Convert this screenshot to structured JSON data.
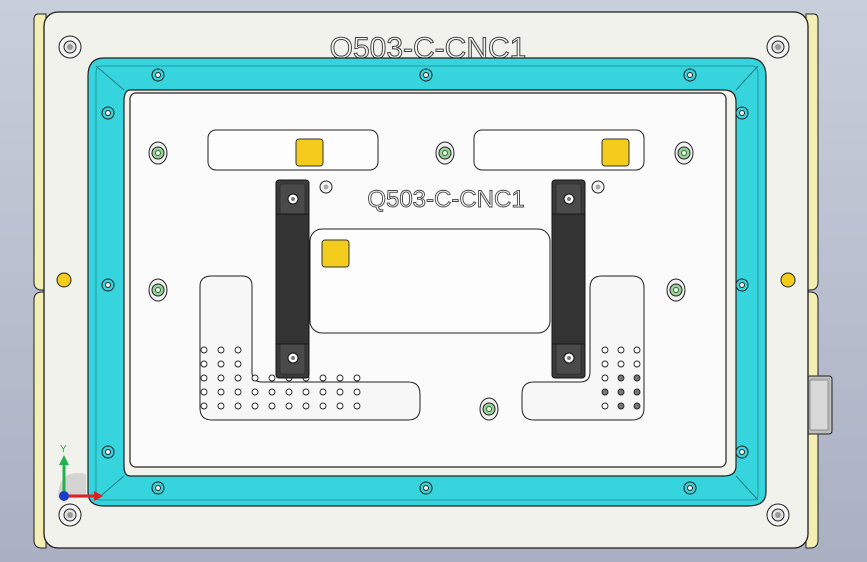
{
  "model": {
    "top_label": "Q503-C-CNC1",
    "plate_label": "Q503-C-CNC1"
  },
  "triad": {
    "y_label": "Y"
  },
  "colors": {
    "background_top": "#c9cedb",
    "background_bottom": "#a9b0c2",
    "base_plate": "#f2f2ec",
    "side_tab": "#f3efb4",
    "cyan_frame": "#36d4dc",
    "inner_plate": "#fbfbfb",
    "clamp_dark": "#3b3b3b",
    "yellow_pad": "#f3cc1c",
    "green_pin": "#9ad29a",
    "triad_green": "#22b14c",
    "triad_red": "#e02020",
    "triad_blue": "#1d3ec8"
  }
}
